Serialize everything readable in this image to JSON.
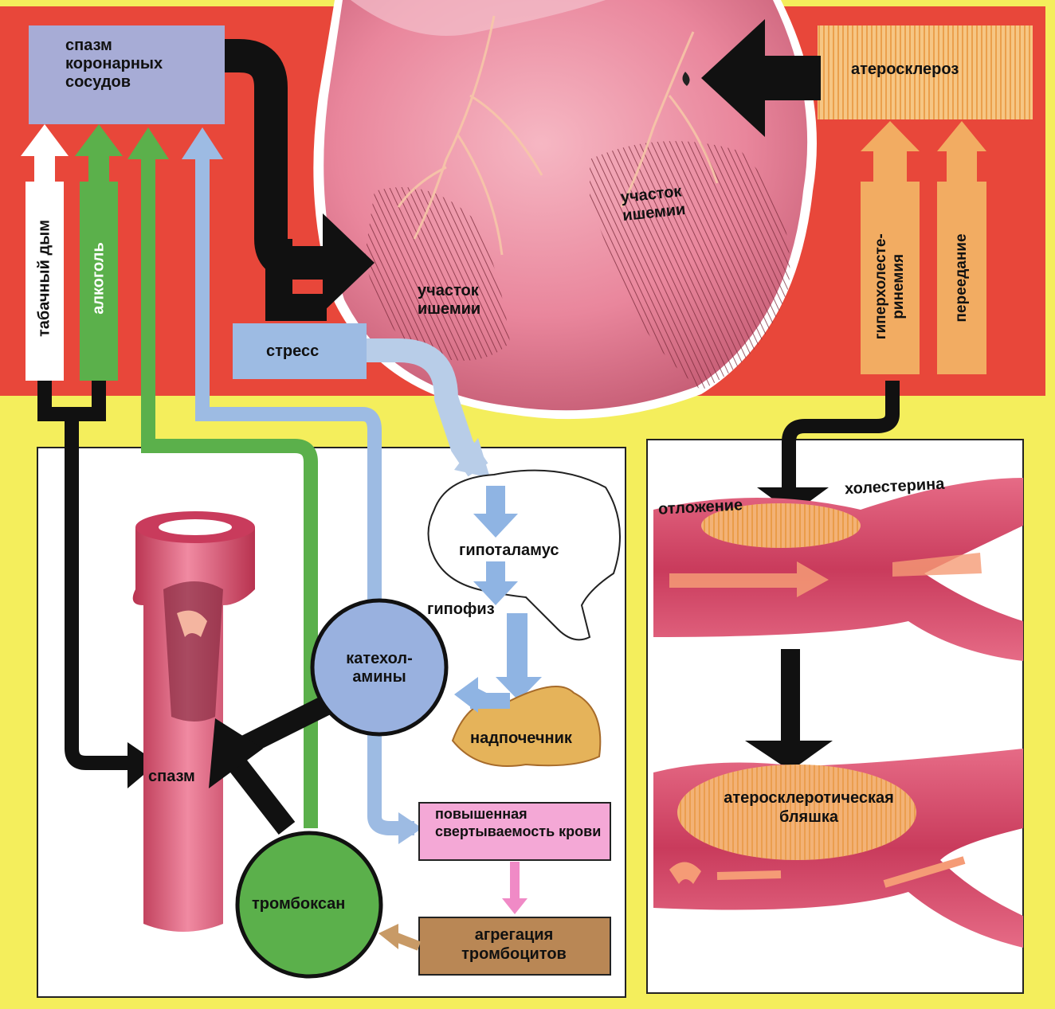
{
  "colors": {
    "red_band": "#e8473a",
    "yellow": "#f4ee5c",
    "black": "#111111",
    "green": "#5bb04b",
    "light_blue": "#9dbbe3",
    "box_blue": "#a7acd6",
    "orange": "#f2ac62",
    "pink_box": "#f4a8d6",
    "brown_box": "#b98755",
    "heart_pink": "#e98a9f",
    "vessel": "#d94a6a",
    "plaque": "#f3b276"
  },
  "labels": {
    "spasm_vessels": "спазм коронарных сосудов",
    "atherosclerosis": "атеросклероз",
    "tobacco": "табачный дым",
    "alcohol": "алкоголь",
    "hypercholesterolemia_l1": "гиперхолесте-",
    "hypercholesterolemia_l2": "ринемия",
    "overeating": "переедание",
    "ischemia_right": "участок ишемии",
    "ischemia_left": "участок ишемии",
    "stress": "стресс",
    "hypothalamus": "гипоталамус",
    "pituitary": "гипофиз",
    "catecholamines_l1": "катехол-",
    "catecholamines_l2": "амины",
    "adrenal": "надпочечник",
    "spasm": "спазм",
    "coagulation": "повышенная свертываемость крови",
    "aggregation": "агрегация тромбоцитов",
    "thromboxane": "тромбоксан",
    "deposit": "отложение",
    "cholesterol": "холестерина",
    "plaque": "атеросклеротическая бляшка"
  },
  "icons": [
    "heart-illustration",
    "brain-outline",
    "adrenal-gland",
    "artery-illustration",
    "arrow"
  ]
}
